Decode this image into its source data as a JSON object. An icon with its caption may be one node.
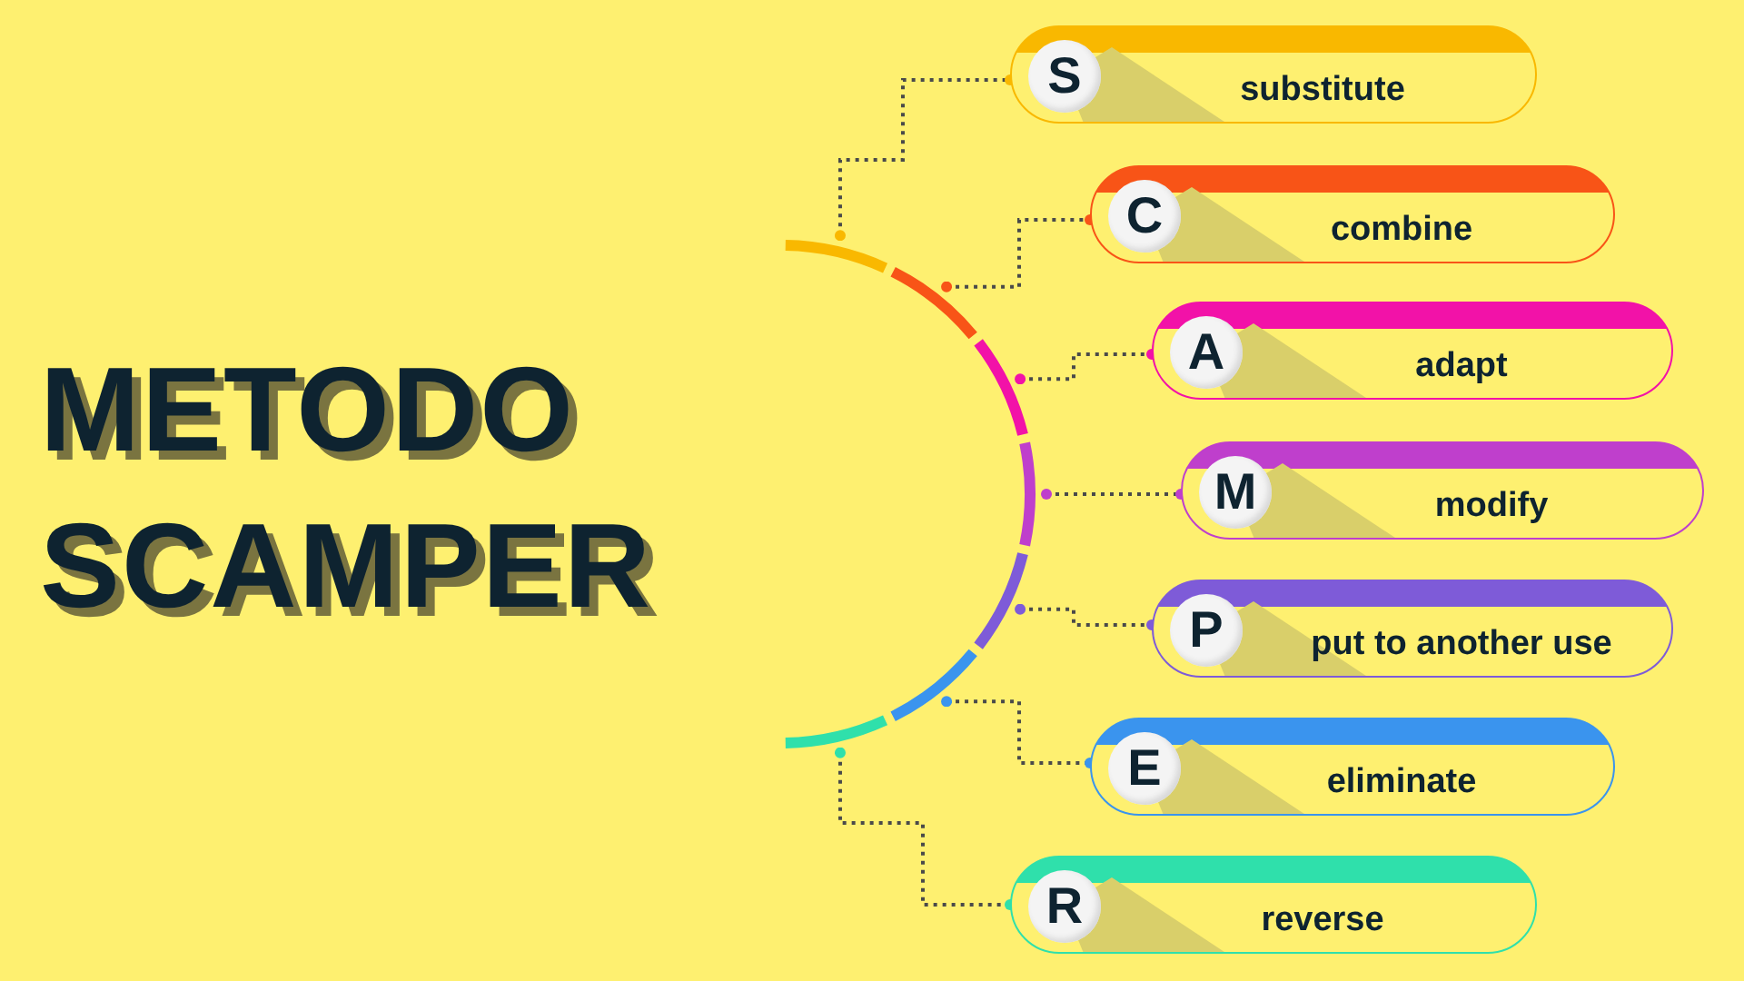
{
  "diagram": {
    "title": "METODO SCAMPER",
    "nodes": [
      {
        "text": [],
        "shape": "bar"
      },
      {
        "text": [],
        "shape": "bar"
      },
      {
        "text": [],
        "shape": "bar"
      },
      {
        "text": [],
        "shape": "bar"
      },
      {
        "text": [],
        "shape": "bar"
      },
      {
        "text": [],
        "shape": "bar"
      },
      {
        "text": [],
        "shape": "bar"
      },
      {
        "text": [
          "S",
          "substitute"
        ]
      },
      {
        "text": [
          "C",
          "combine"
        ]
      },
      {
        "text": [
          "A",
          "adapt"
        ]
      },
      {
        "text": [
          "M",
          "modify"
        ]
      },
      {
        "text": [
          "P",
          "put to another use"
        ]
      },
      {
        "text": [
          "E",
          "eliminate"
        ]
      },
      {
        "text": [
          "R",
          "reverse"
        ]
      }
    ],
    "edges": [
      {
        "from": 0,
        "to": 7,
        "arrow": "other"
      },
      {
        "from": 1,
        "to": 8,
        "arrow": "other"
      },
      {
        "from": 2,
        "to": 9,
        "arrow": "other"
      },
      {
        "from": 3,
        "to": 10,
        "arrow": "other"
      },
      {
        "from": 4,
        "to": 11,
        "arrow": "other"
      },
      {
        "from": 5,
        "to": 12,
        "arrow": "other"
      },
      {
        "from": 6,
        "to": 13,
        "arrow": "other"
      }
    ]
  }
}
